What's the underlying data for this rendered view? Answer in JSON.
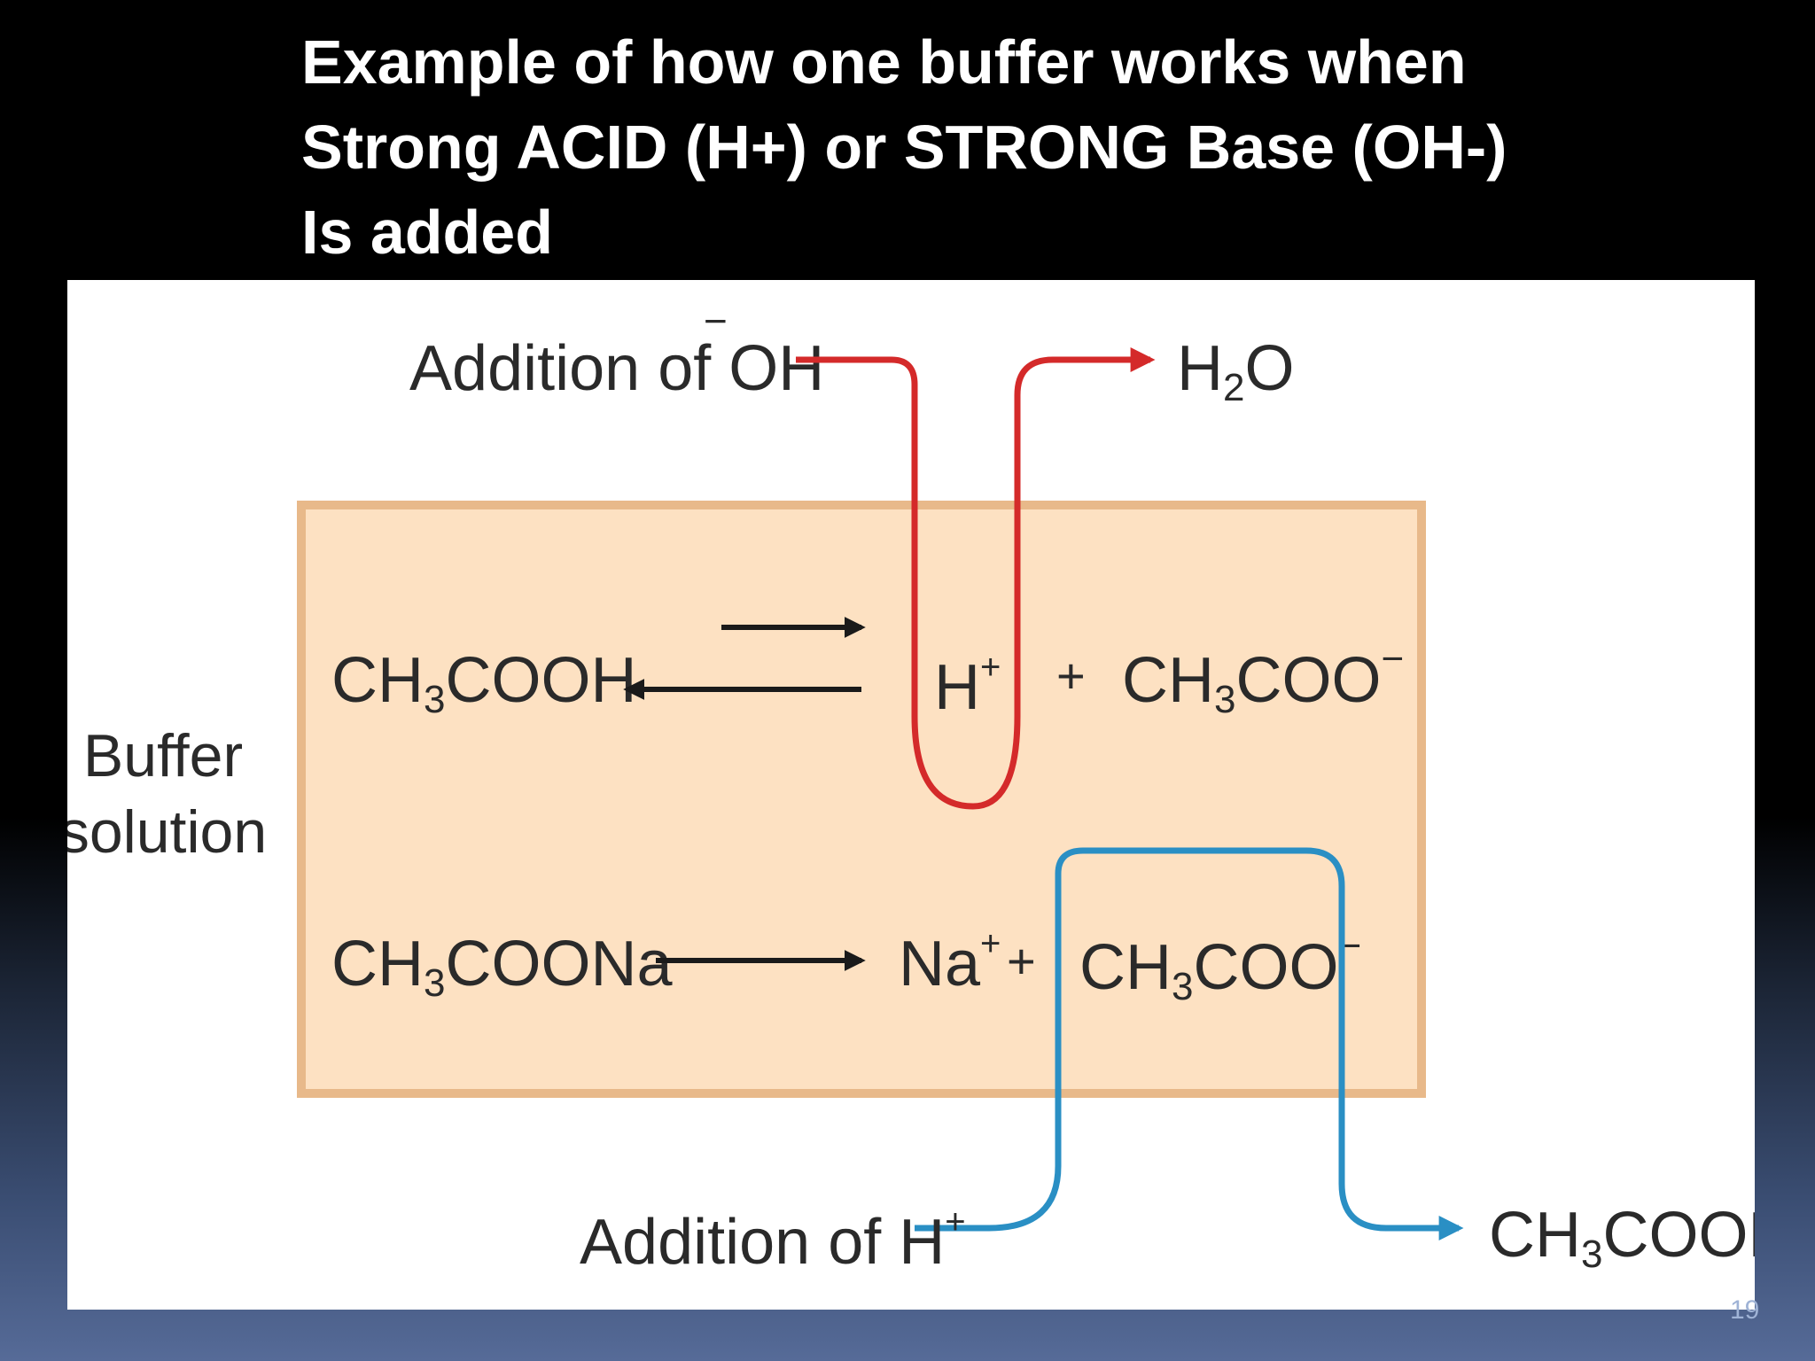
{
  "title": {
    "line1": "Example of how one buffer works when",
    "line2": "Strong ACID (H+) or STRONG Base (OH-)",
    "line3": "Is added"
  },
  "diagram": {
    "oh_addition": {
      "prefix": "Addition of ",
      "species": "OH",
      "charge": "−"
    },
    "water": {
      "a": "H",
      "sub": "2",
      "b": "O"
    },
    "buffer_label": {
      "line1": "Buffer",
      "line2": "solution"
    },
    "acid_eq": {
      "reactant": {
        "a": "CH",
        "sub": "3",
        "b": "COOH"
      },
      "proton": {
        "a": "H",
        "sup": "+"
      },
      "plus": "+",
      "anion": {
        "a": "CH",
        "sub": "3",
        "b": "COO",
        "sup": "−"
      }
    },
    "salt_eq": {
      "reactant": {
        "a": "CH",
        "sub": "3",
        "b": "COONa"
      },
      "cation": {
        "a": "Na",
        "sup": "+"
      },
      "plus": "+",
      "anion": {
        "a": "CH",
        "sub": "3",
        "b": "COO",
        "sup": "−"
      }
    },
    "h_addition": {
      "text": "Addition of H",
      "sup": "+"
    },
    "acid_product": {
      "a": "CH",
      "sub": "3",
      "b": "COOH"
    },
    "colors": {
      "oh_path": "#d42a2a",
      "h_path": "#2a8fc4",
      "buffer_fill": "#fde1c2",
      "buffer_border": "#e8b98a"
    }
  },
  "page_number": "19"
}
